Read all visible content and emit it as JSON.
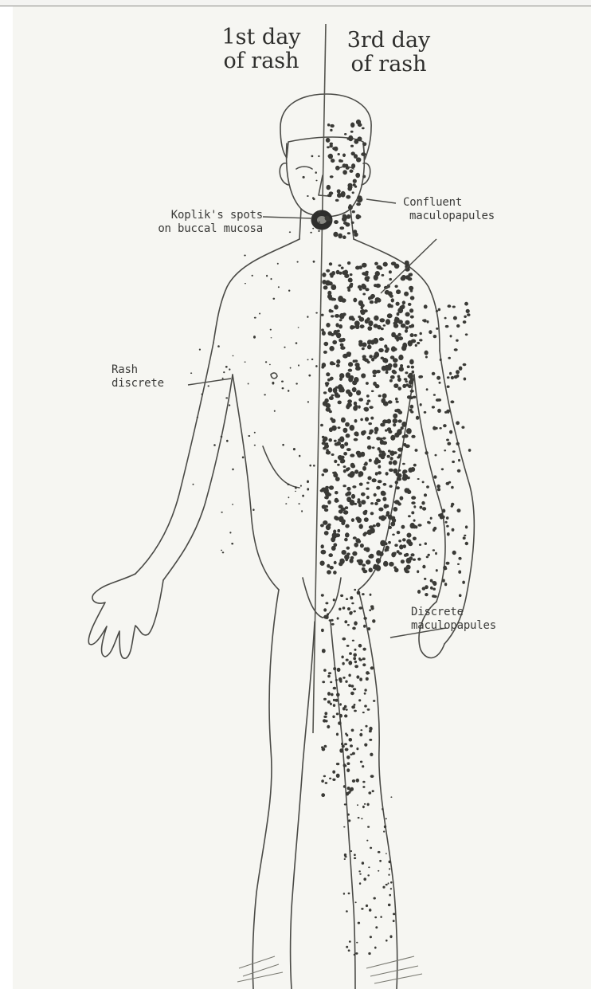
{
  "headers": {
    "left_line1": "1st day",
    "left_line2": "of rash",
    "right_line1": "3rd day",
    "right_line2": "of rash"
  },
  "labels": {
    "koplik_line1": "Koplik's spots",
    "koplik_line2": "on buccal mucosa",
    "confluent_line1": "Confluent",
    "confluent_line2": "maculopapules",
    "rash_line1": "Rash",
    "rash_line2": "discrete",
    "discrete_line1": "Discrete",
    "discrete_line2": "maculopapules"
  }
}
